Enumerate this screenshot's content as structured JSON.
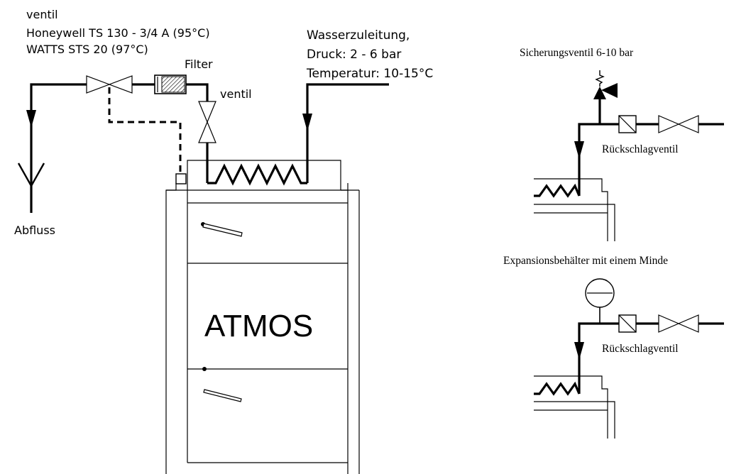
{
  "labels": {
    "valve_title": "ventil",
    "valve_honeywell": "Honeywell TS 130 - 3/4 A (95°C)",
    "valve_watts": "WATTS STS 20 (97°C)",
    "filter": "Filter",
    "ventil": "ventil",
    "drain": "Abfluss",
    "water_supply": "Wasserzuleitung,",
    "pressure": "Druck: 2 - 6 bar",
    "temperature": "Temperatur: 10-15°C",
    "brand": "ATMOS",
    "safety_valve": "Sicherungsventil 6-10 bar",
    "check_valve_top": "Rückschlagventil",
    "expansion_tank": "Expansionsbehälter mit einem Minde",
    "check_valve_bottom": "Rückschlagventil"
  },
  "colors": {
    "line": "#000000",
    "background": "#ffffff"
  }
}
